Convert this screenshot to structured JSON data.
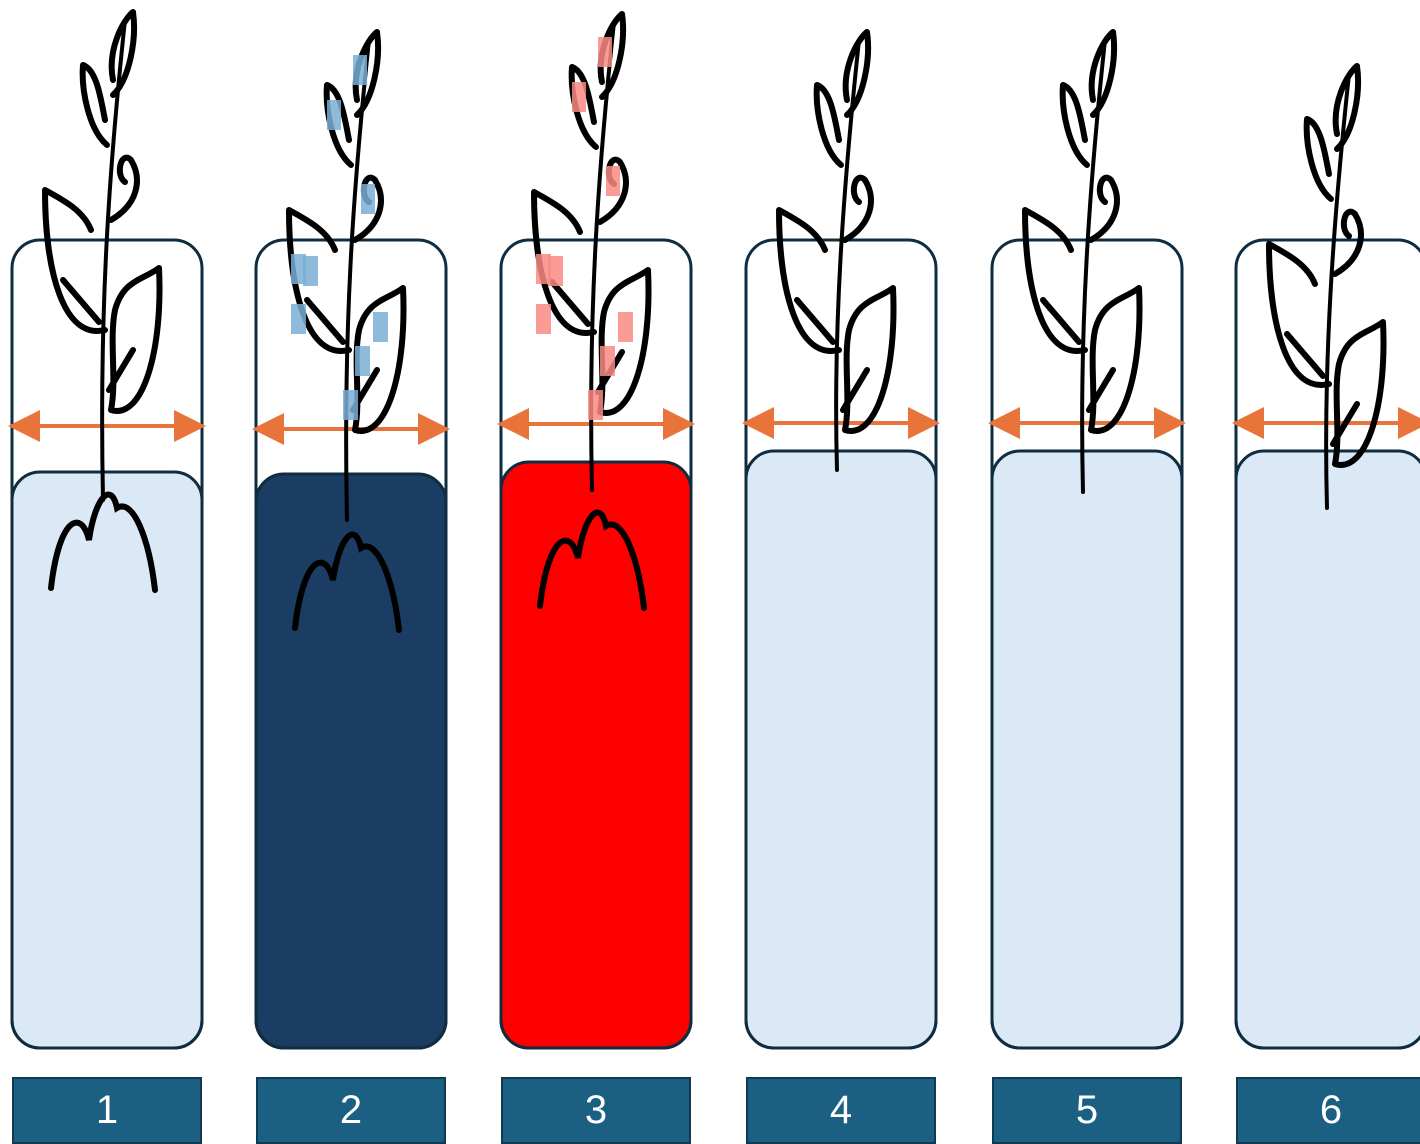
{
  "diagram": {
    "colors": {
      "tube_outline": "#0f2d40",
      "arrow": "#e8743b",
      "label_bg": "#1b6083",
      "label_text": "#ffffff",
      "plant": "#000000"
    },
    "tubes": [
      {
        "label": "1",
        "liquid_color": "#dbe8f6",
        "has_roots": true,
        "speckle_color": null
      },
      {
        "label": "2",
        "liquid_color": "#1b3d63",
        "has_roots": true,
        "speckle_color": "#7aaed6"
      },
      {
        "label": "3",
        "liquid_color": "#ff0000",
        "has_roots": true,
        "speckle_color": "#f98b82"
      },
      {
        "label": "4",
        "liquid_color": "#dbe8f6",
        "has_roots": false,
        "speckle_color": null
      },
      {
        "label": "5",
        "liquid_color": "#dbe8f6",
        "has_roots": false,
        "speckle_color": null
      },
      {
        "label": "6",
        "liquid_color": "#dbe8f6",
        "has_roots": false,
        "speckle_color": null
      }
    ]
  }
}
